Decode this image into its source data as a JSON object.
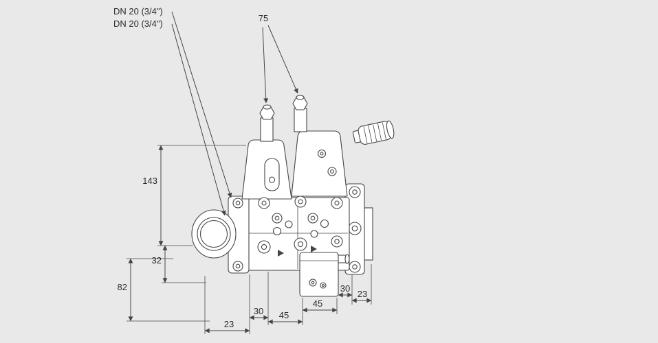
{
  "colors": {
    "background": "#e9e9e9",
    "line": "#454545",
    "fill": "#ffffff",
    "text": "#2b2b2b"
  },
  "labels": {
    "dn_line1": "DN 20 (3/4\")",
    "dn_line2": "DN 20 (3/4\")",
    "dim_spacing_top": "75",
    "dim_height_total": "143",
    "dim_height_mid": "32",
    "dim_height_bottom": "82",
    "dim_bottom_30_left": "30",
    "dim_bottom_45_left": "45",
    "dim_bottom_45_right": "45",
    "dim_bottom_30_right": "30",
    "dim_bottom_23_right": "23",
    "dim_bottom_23_left": "23"
  }
}
